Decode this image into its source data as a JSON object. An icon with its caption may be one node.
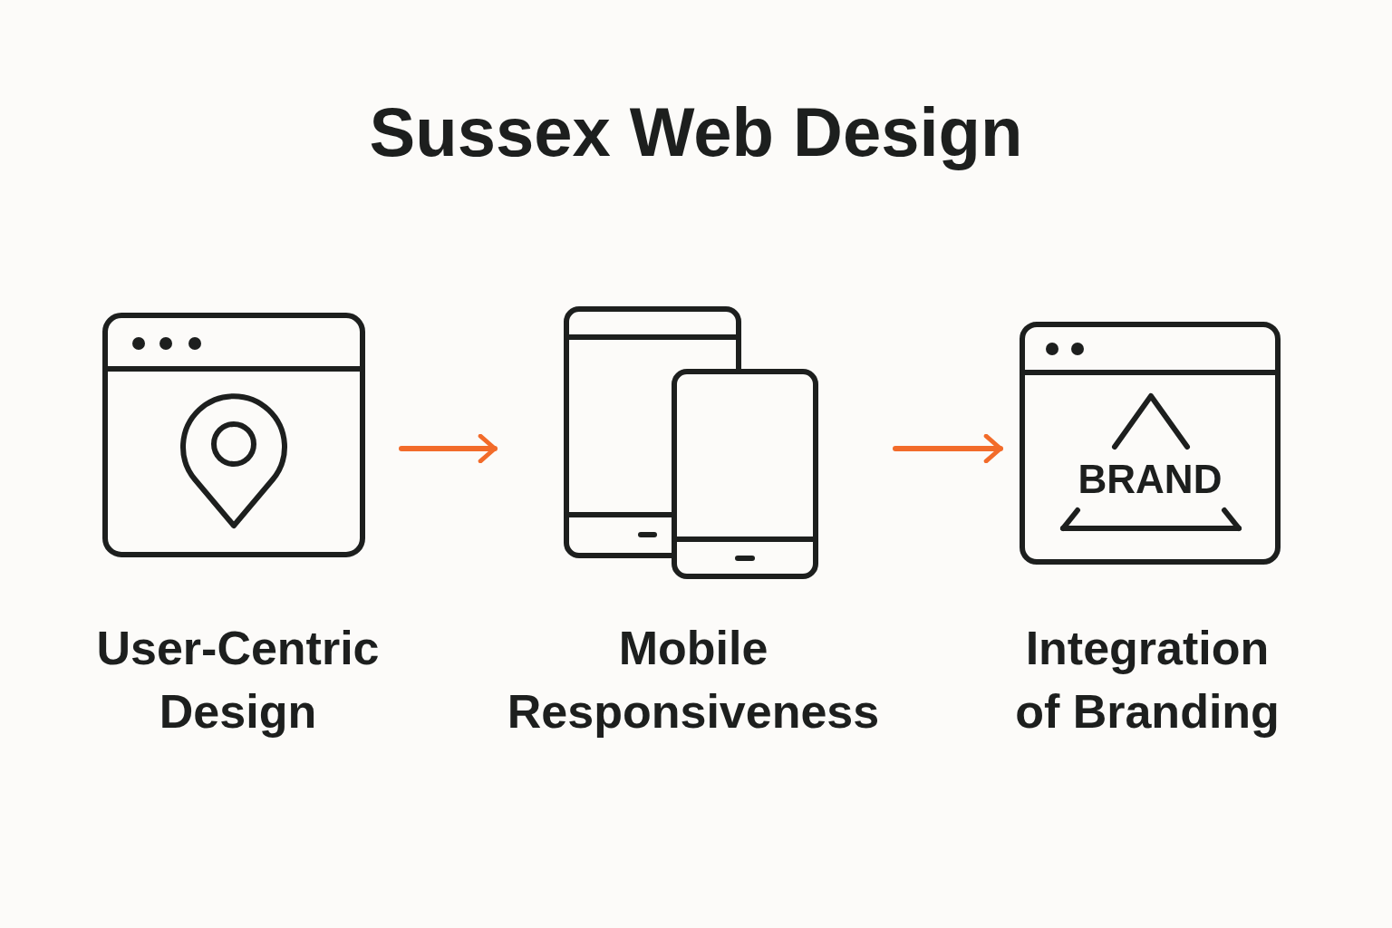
{
  "diagram": {
    "title": "Sussex Web Design",
    "nodes": [
      {
        "text": [
          "User-Centric Design"
        ]
      },
      {
        "text": [
          "Mobile Responsiveness"
        ]
      },
      {
        "text": [
          "BRAND",
          "Integration of Branding"
        ]
      }
    ],
    "edges": [
      {
        "from": 0,
        "to": 1,
        "arrow": "to"
      },
      {
        "from": 1,
        "to": 2,
        "arrow": "to"
      }
    ]
  }
}
